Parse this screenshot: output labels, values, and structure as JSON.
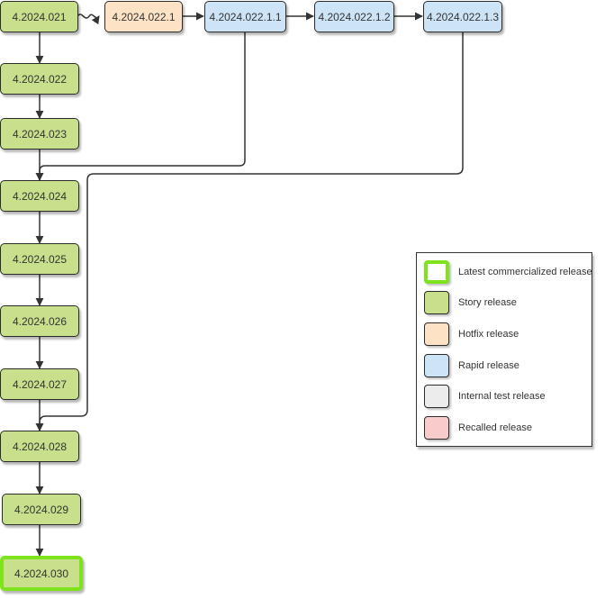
{
  "nodes": {
    "v021": "4.2024.021",
    "v022_1": "4.2024.022.1",
    "v022_1_1": "4.2024.022.1.1",
    "v022_1_2": "4.2024.022.1.2",
    "v022_1_3": "4.2024.022.1.3",
    "v022": "4.2024.022",
    "v023": "4.2024.023",
    "v024": "4.2024.024",
    "v025": "4.2024.025",
    "v026": "4.2024.026",
    "v027": "4.2024.027",
    "v028": "4.2024.028",
    "v029": "4.2024.029",
    "v030": "4.2024.030"
  },
  "colors": {
    "story": "#c8e08c",
    "hotfix": "#fde2c6",
    "rapid": "#cde4f7",
    "internal_test": "#ececec",
    "recalled": "#f9cccc",
    "latest_border": "#7ee21d"
  },
  "legend": {
    "items": [
      {
        "label": "Latest commercialized release"
      },
      {
        "label": "Story release"
      },
      {
        "label": "Hotfix release"
      },
      {
        "label": "Rapid release"
      },
      {
        "label": "Internal test release"
      },
      {
        "label": "Recalled release"
      }
    ]
  }
}
